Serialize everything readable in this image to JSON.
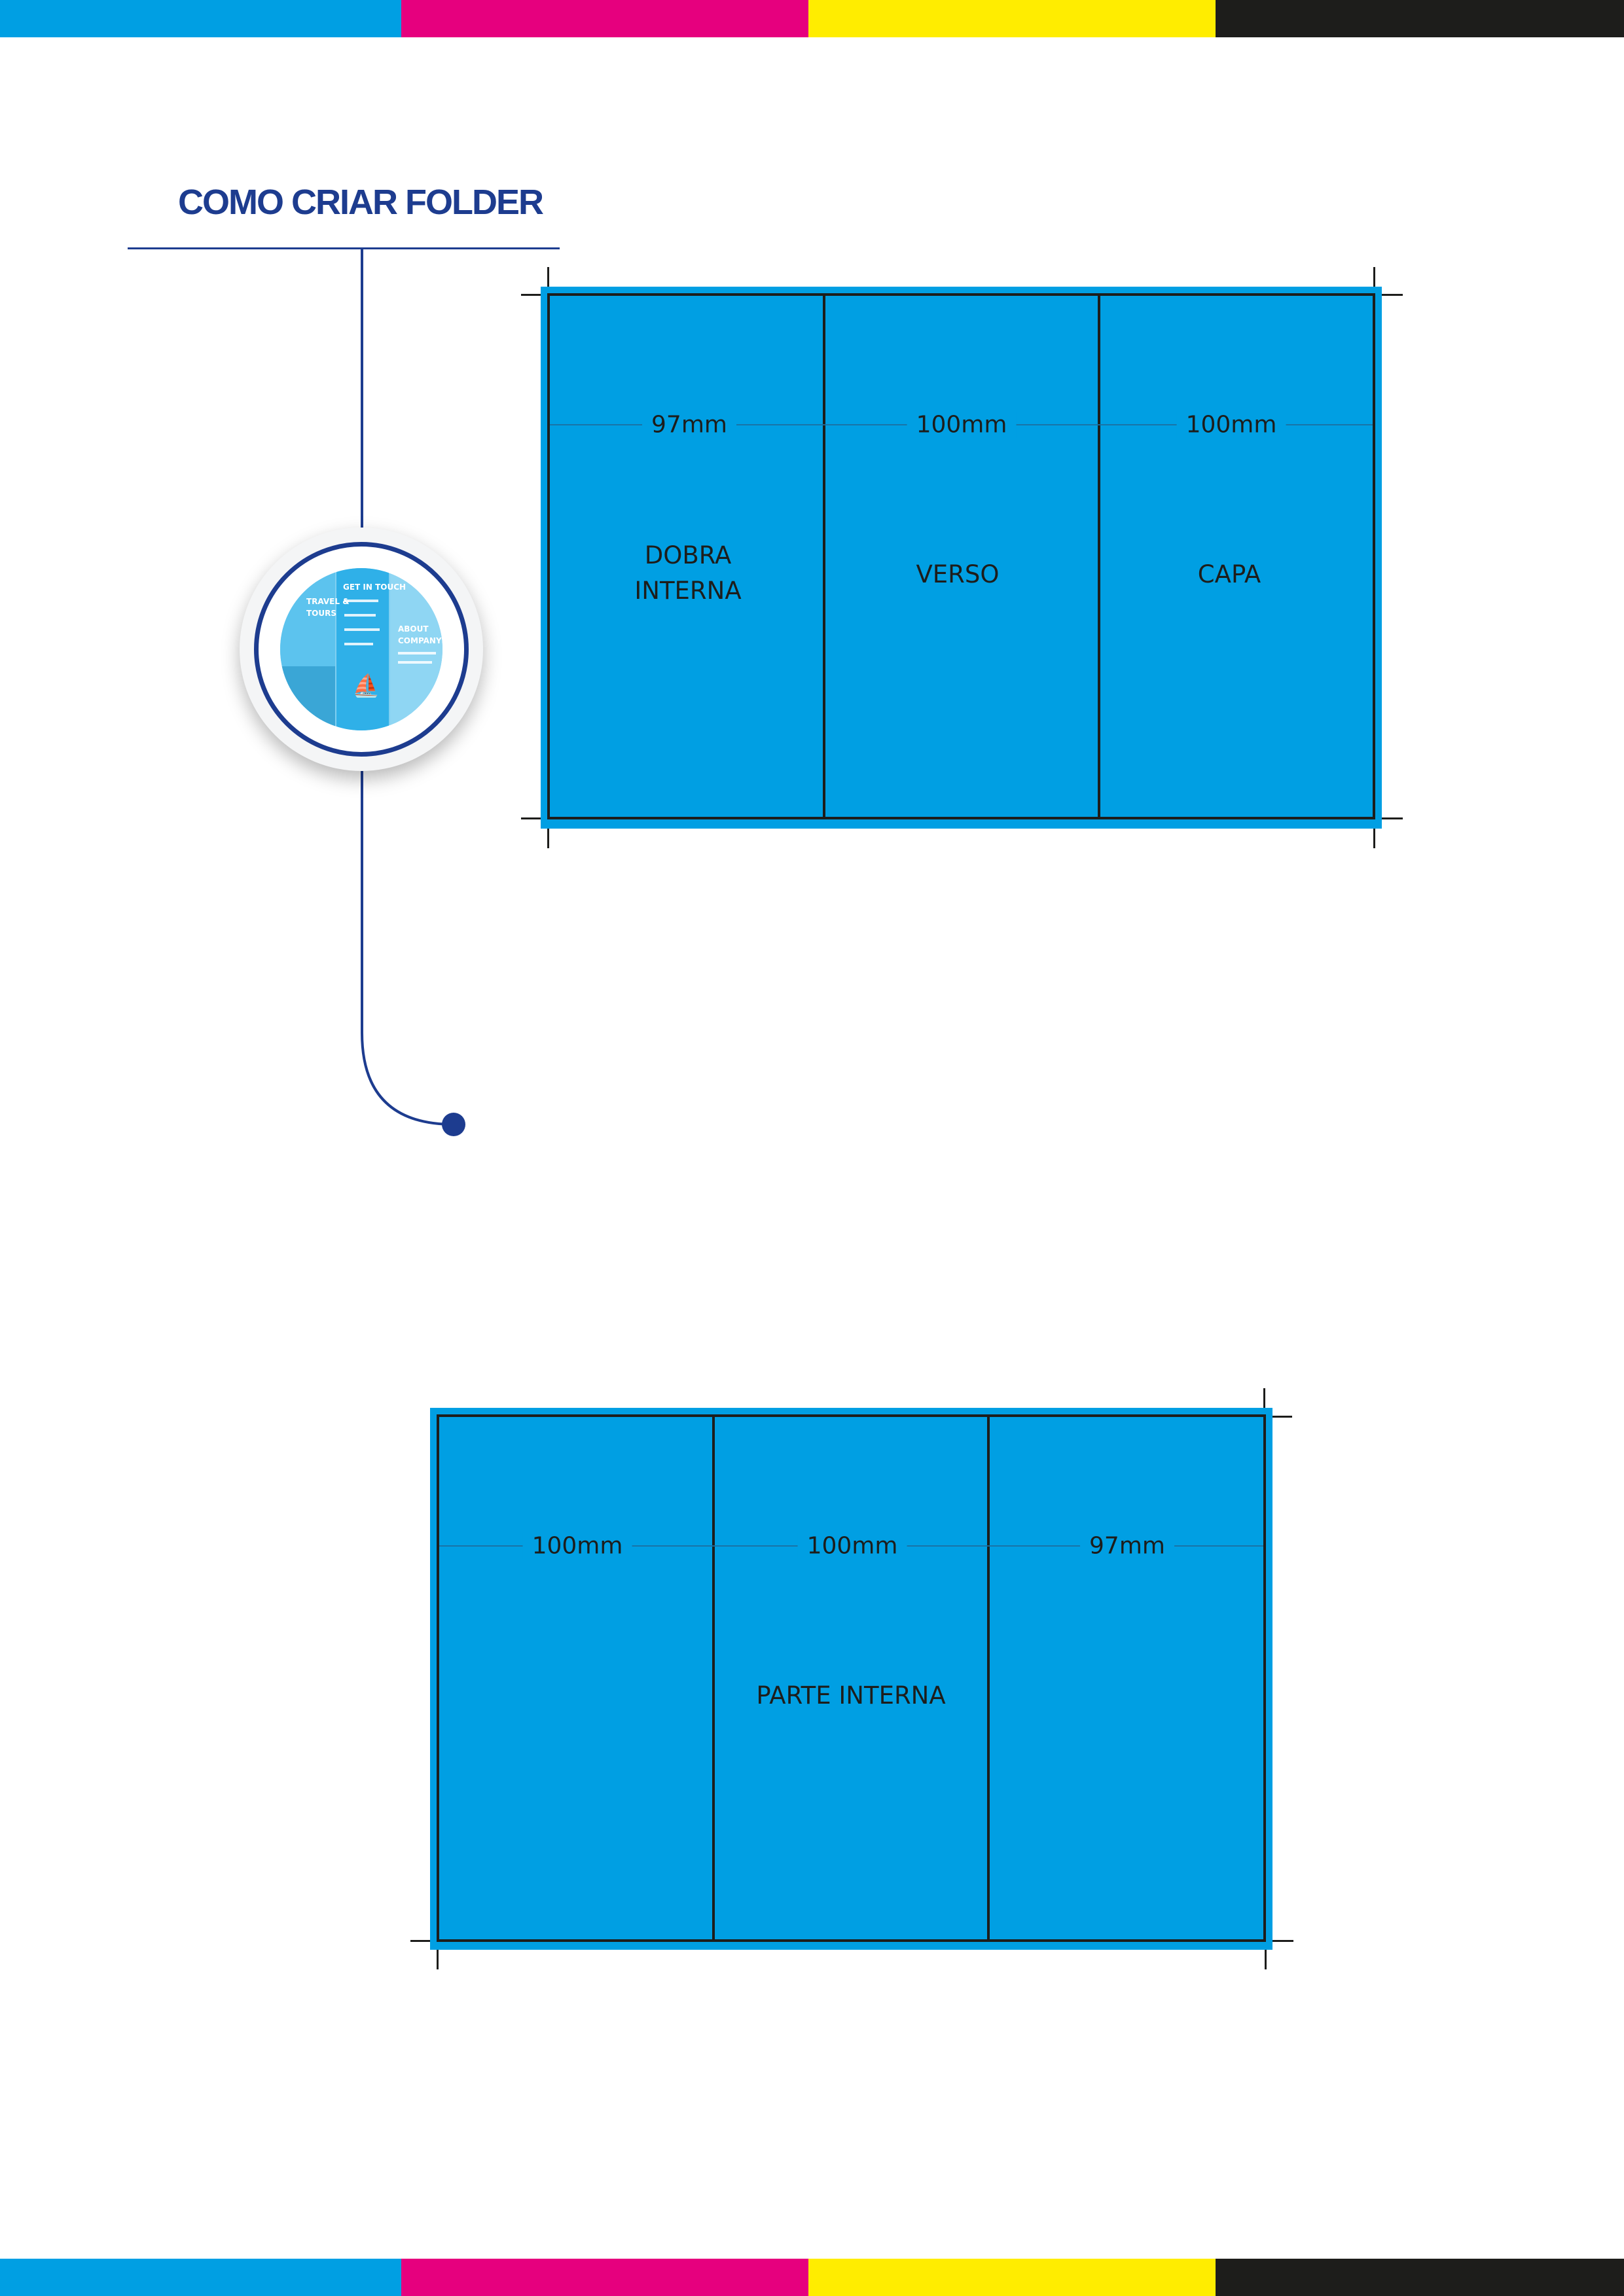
{
  "header": {
    "title": "COMO CRIAR FOLDER"
  },
  "colors": {
    "cyan": "#009fe3",
    "magenta": "#e6007e",
    "yellow": "#ffed00",
    "black": "#1d1d1b",
    "brand_blue": "#1d3c8f"
  },
  "thumbnail": {
    "get_in_touch": "GET IN TOUCH",
    "travel": "TRAVEL &",
    "tours": "TOURS",
    "about": "ABOUT",
    "company": "COMPANY",
    "icon": "sailboat-icon"
  },
  "outer_side": {
    "panels": [
      {
        "measure": "97mm",
        "label_line1": "DOBRA",
        "label_line2": "INTERNA"
      },
      {
        "measure": "100mm",
        "label_line1": "VERSO",
        "label_line2": ""
      },
      {
        "measure": "100mm",
        "label_line1": "CAPA",
        "label_line2": ""
      }
    ]
  },
  "inner_side": {
    "panels": [
      {
        "measure": "100mm"
      },
      {
        "measure": "100mm"
      },
      {
        "measure": "97mm"
      }
    ],
    "label": "PARTE INTERNA"
  }
}
